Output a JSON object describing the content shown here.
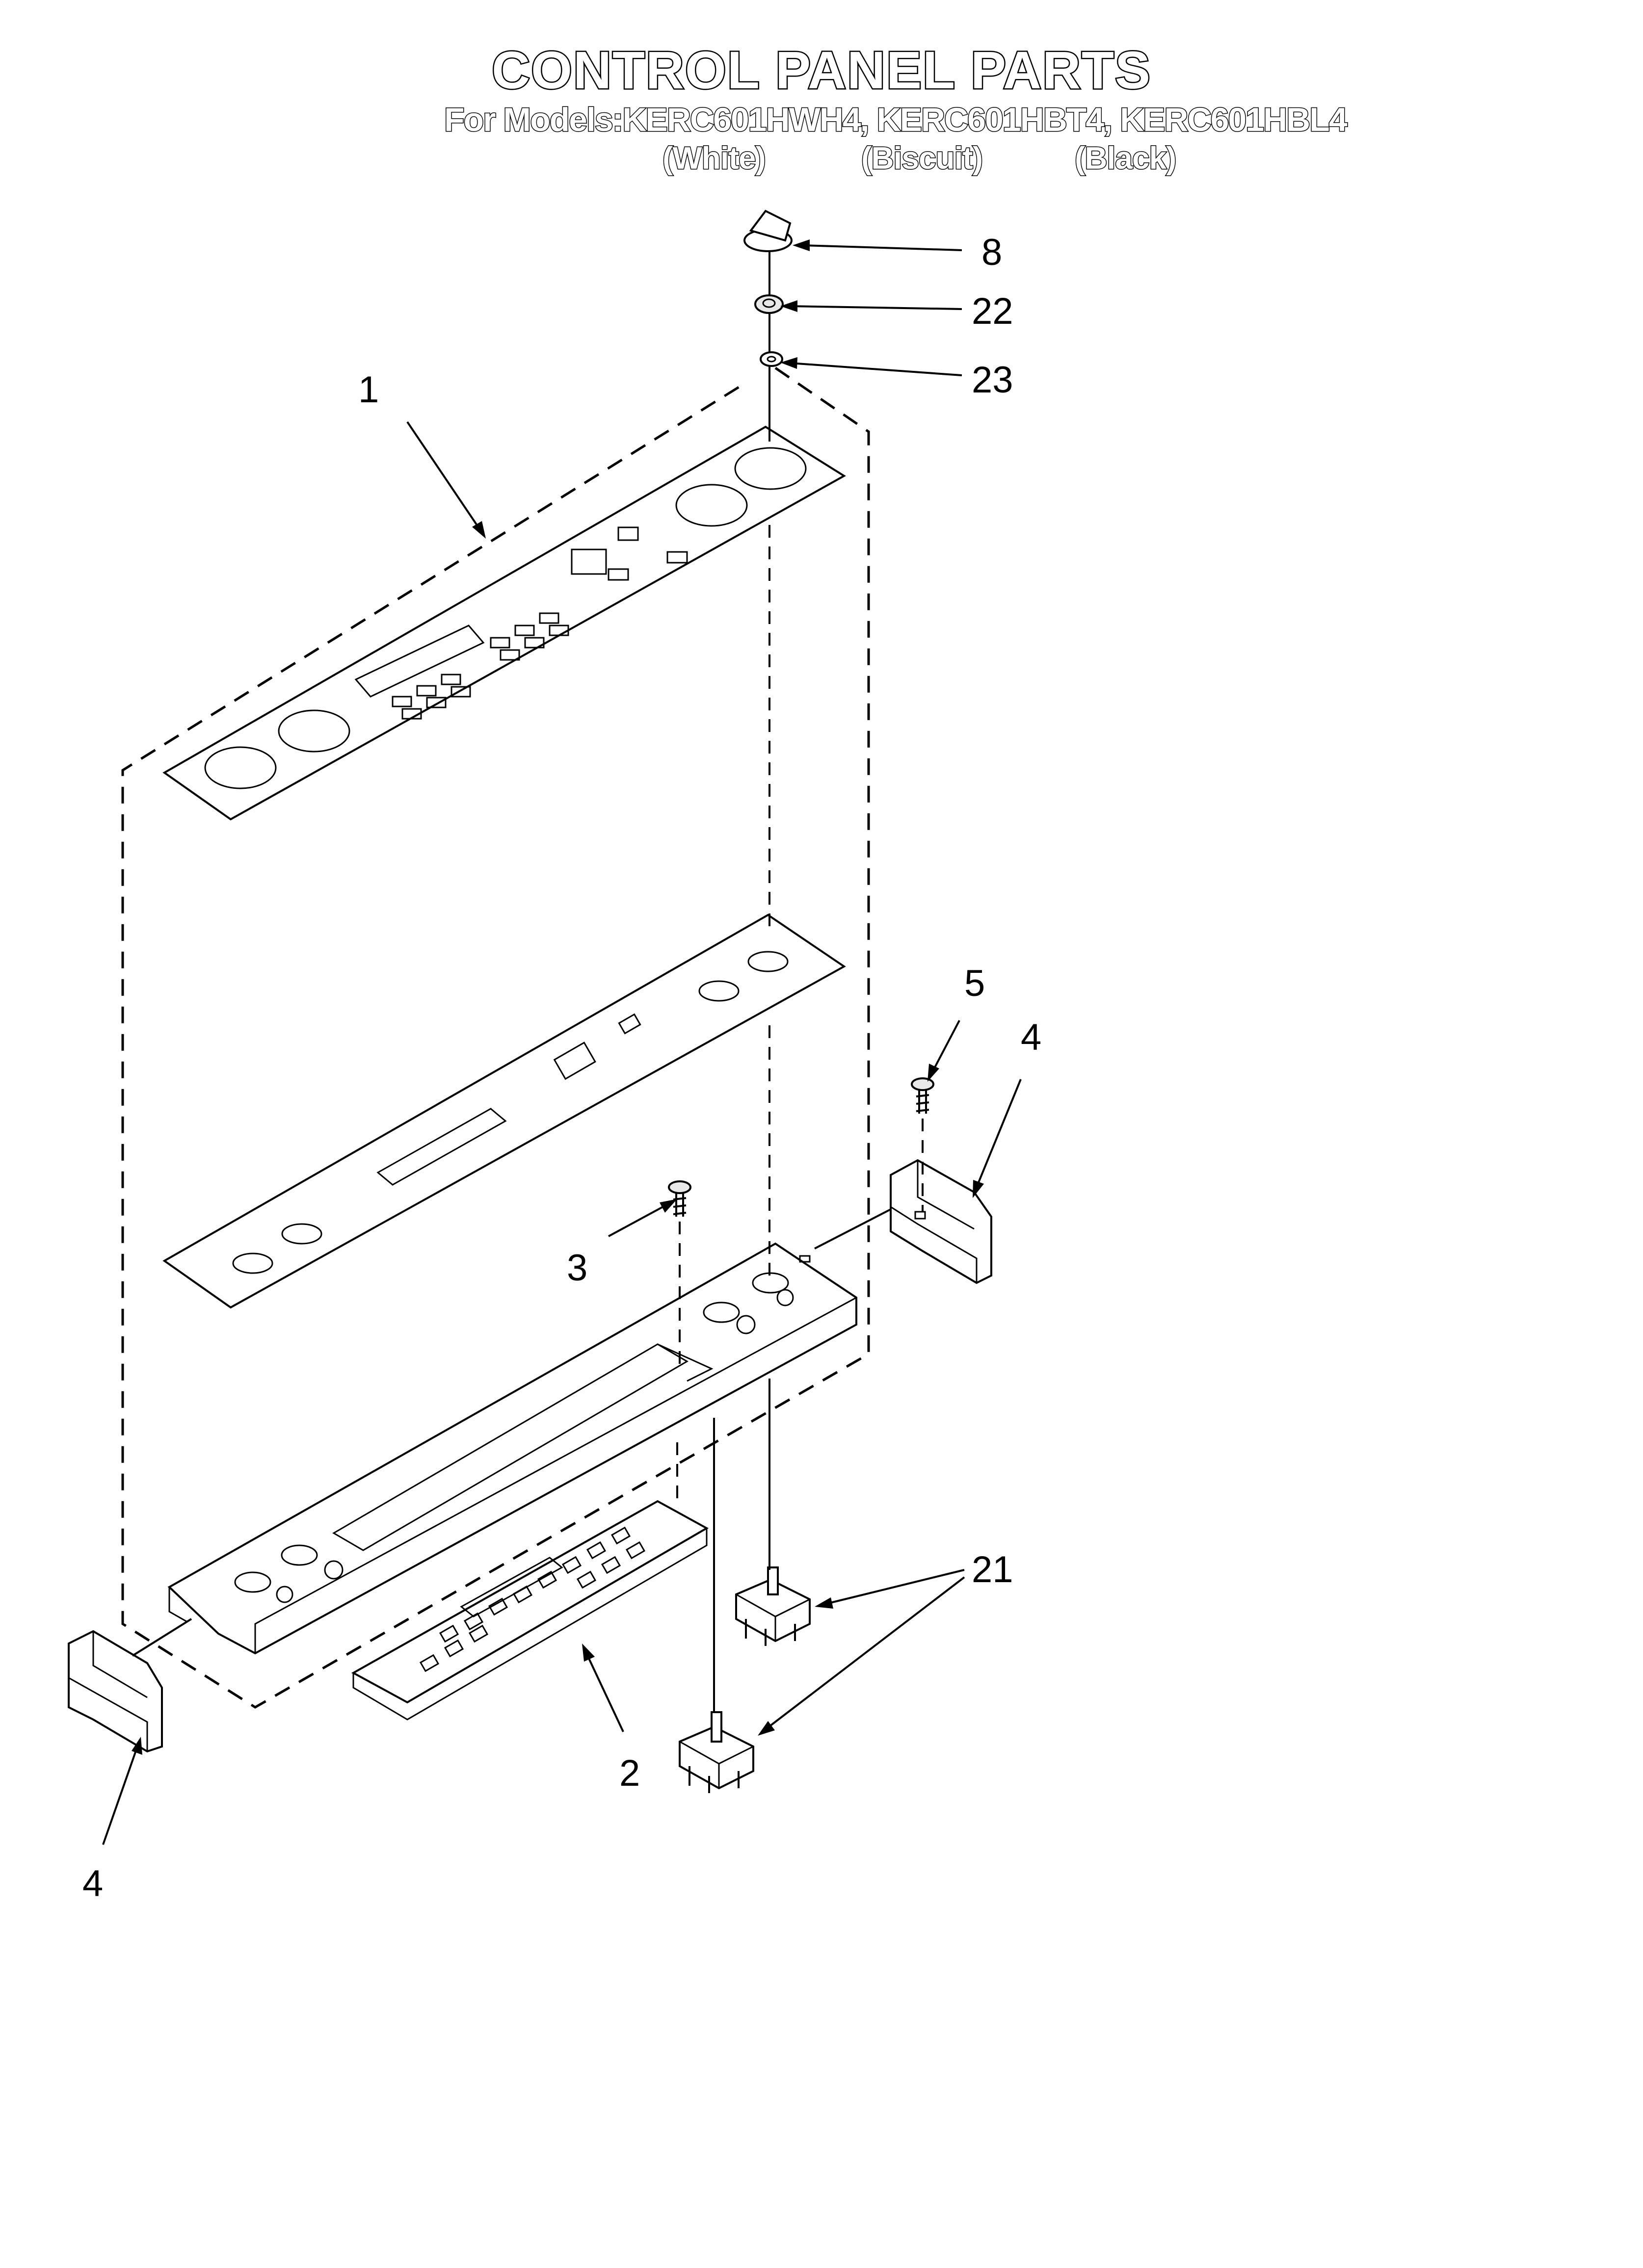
{
  "header": {
    "title": "CONTROL PANEL PARTS",
    "models_line": "For Models:KERC601HWH4, KERC601HBT4, KERC601HBL4",
    "variants": [
      "(White)",
      "(Biscuit)",
      "(Black)"
    ]
  },
  "callouts": {
    "part_1": "1",
    "part_2": "2",
    "part_3": "3",
    "part_4_right": "4",
    "part_4_left": "4",
    "part_5": "5",
    "part_8": "8",
    "part_21": "21",
    "part_22": "22",
    "part_23": "23"
  }
}
